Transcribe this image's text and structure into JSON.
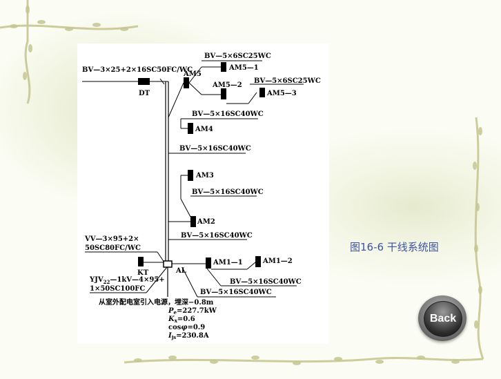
{
  "caption": "图16-6  干线系统图",
  "back_button_label": "Back",
  "colors": {
    "caption": "#3d52a3",
    "vine": "#c8c894",
    "background": "#fbfcf3"
  },
  "labels": {
    "bv_am5": "BV—5×6SC25WC",
    "am5_1": "AM5—1",
    "am5": "AM5",
    "am5_2": "AM5—2",
    "bv_am5_3": "BV—5×6SC25WC",
    "am5_3": "AM5—3",
    "bv_dt": "BV—3×25+2×16SC50FC/WC",
    "dt": "DT",
    "bv_am4": "BV—5×16SC40WC",
    "am4": "AM4",
    "bv_riser1": "BV—5×16SC40WC",
    "am3": "AM3",
    "bv_am3": "BV—5×16SC40WC",
    "am2": "AM2",
    "bv_am2": "BV—5×16SC40WC",
    "vv_line1": "VV—3×95+2×",
    "vv_line2": "50SC80FC/WC",
    "kt": "KT",
    "al": "AL",
    "am1_1": "AM1—1",
    "am1_2": "AM1—2",
    "yjv_sub": "22",
    "yjv_rest": "—1kV—4×95+",
    "yjv_line2": "1×50SC100FC",
    "bv_am1_2": "BV—5×16SC40WC",
    "bv_am1_1": "BV—5×16SC40WC",
    "source_note": "从室外配电室引入电源，埋深−0.8m",
    "pe": "=227.7kW",
    "kx": "=0.6",
    "cos": "=0.9",
    "ijs": "=230.8A"
  }
}
